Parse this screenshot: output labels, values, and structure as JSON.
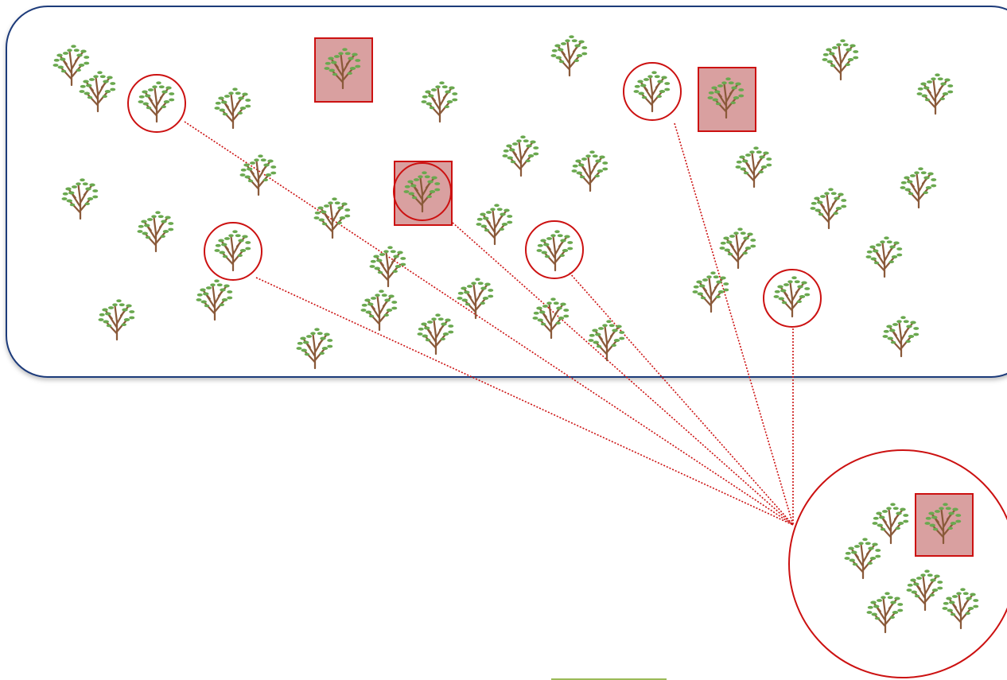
{
  "colors": {
    "frame_stroke": "#1f3a7a",
    "highlight": "#cc1111",
    "selected_fill": "#d9a0a0",
    "trunk": "#8a5a3a",
    "leaf": "#6aa84f",
    "bar": "#9bbb59"
  },
  "legend": {
    "population_label": "",
    "sample_label": ""
  },
  "trees": {
    "population": [
      {
        "id": "t01",
        "selected": false,
        "circled": false
      },
      {
        "id": "t02",
        "selected": false,
        "circled": false
      },
      {
        "id": "t03",
        "selected": false,
        "circled": true
      },
      {
        "id": "t04",
        "selected": false,
        "circled": false
      },
      {
        "id": "t05",
        "selected": true,
        "circled": false
      },
      {
        "id": "t06",
        "selected": false,
        "circled": false
      },
      {
        "id": "t07",
        "selected": false,
        "circled": false
      },
      {
        "id": "t08",
        "selected": false,
        "circled": true
      },
      {
        "id": "t09",
        "selected": true,
        "circled": false
      },
      {
        "id": "t10",
        "selected": false,
        "circled": false
      },
      {
        "id": "t11",
        "selected": false,
        "circled": false
      },
      {
        "id": "t12",
        "selected": false,
        "circled": false
      },
      {
        "id": "t13",
        "selected": false,
        "circled": false
      },
      {
        "id": "t14",
        "selected": true,
        "circled": true
      },
      {
        "id": "t15",
        "selected": false,
        "circled": false
      },
      {
        "id": "t16",
        "selected": false,
        "circled": false
      },
      {
        "id": "t17",
        "selected": false,
        "circled": false
      },
      {
        "id": "t18",
        "selected": false,
        "circled": false
      },
      {
        "id": "t19",
        "selected": false,
        "circled": false
      },
      {
        "id": "t20",
        "selected": false,
        "circled": true
      },
      {
        "id": "t21",
        "selected": false,
        "circled": false
      },
      {
        "id": "t22",
        "selected": false,
        "circled": false
      },
      {
        "id": "t23",
        "selected": false,
        "circled": false
      },
      {
        "id": "t24",
        "selected": false,
        "circled": false
      },
      {
        "id": "t25",
        "selected": false,
        "circled": true
      },
      {
        "id": "t26",
        "selected": false,
        "circled": false
      },
      {
        "id": "t27",
        "selected": false,
        "circled": false
      },
      {
        "id": "t28",
        "selected": false,
        "circled": false
      },
      {
        "id": "t29",
        "selected": false,
        "circled": false
      },
      {
        "id": "t30",
        "selected": false,
        "circled": false
      },
      {
        "id": "t31",
        "selected": false,
        "circled": false
      },
      {
        "id": "t32",
        "selected": false,
        "circled": false
      },
      {
        "id": "t33",
        "selected": false,
        "circled": false
      },
      {
        "id": "t34",
        "selected": false,
        "circled": false
      },
      {
        "id": "t35",
        "selected": false,
        "circled": false
      },
      {
        "id": "t36",
        "selected": false,
        "circled": false
      },
      {
        "id": "t37",
        "selected": false,
        "circled": true
      },
      {
        "id": "t38",
        "selected": false,
        "circled": false
      },
      {
        "id": "t39",
        "selected": false,
        "circled": false
      },
      {
        "id": "t40",
        "selected": false,
        "circled": false
      }
    ],
    "sample": [
      {
        "id": "s01",
        "selected": false
      },
      {
        "id": "s02",
        "selected": true
      },
      {
        "id": "s03",
        "selected": false
      },
      {
        "id": "s04",
        "selected": false
      },
      {
        "id": "s05",
        "selected": false
      },
      {
        "id": "s06",
        "selected": false
      }
    ]
  },
  "sample_links": [
    "t03",
    "t08",
    "t14",
    "t20",
    "t25",
    "t37"
  ]
}
